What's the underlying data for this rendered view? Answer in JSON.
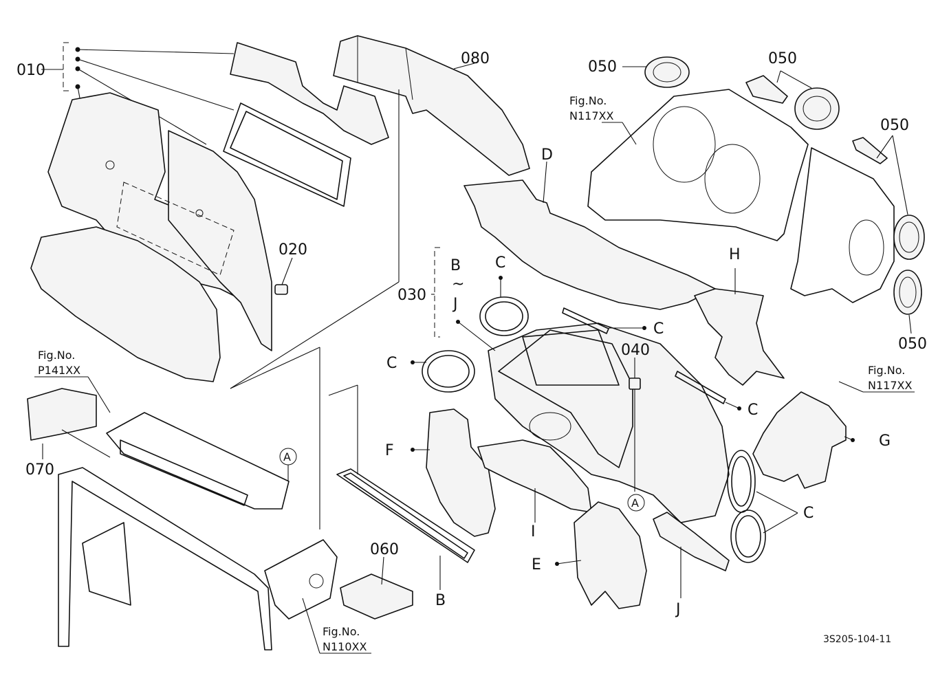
{
  "diagram": {
    "code": "3S205-104-11",
    "parts": [
      {
        "id": "010",
        "text": "010"
      },
      {
        "id": "020",
        "text": "020"
      },
      {
        "id": "030",
        "text": "030"
      },
      {
        "id": "040",
        "text": "040"
      },
      {
        "id": "050a",
        "text": "050"
      },
      {
        "id": "050b",
        "text": "050"
      },
      {
        "id": "050c",
        "text": "050"
      },
      {
        "id": "050d",
        "text": "050"
      },
      {
        "id": "060",
        "text": "060"
      },
      {
        "id": "070",
        "text": "070"
      },
      {
        "id": "080",
        "text": "080"
      }
    ],
    "letters": {
      "B_range_top": "B",
      "tilde": "~",
      "J_range": "J",
      "C1": "C",
      "C2": "C",
      "C3": "C",
      "C4": "C",
      "C5": "C",
      "D": "D",
      "E": "E",
      "F": "F",
      "G": "G",
      "H": "H",
      "I": "I",
      "J": "J",
      "B": "B",
      "A1": "A",
      "A2": "A"
    },
    "refs": [
      {
        "id": "ref1",
        "line1": "Fig.No.",
        "line2": "N117XX"
      },
      {
        "id": "ref2",
        "line1": "Fig.No.",
        "line2": "N117XX"
      },
      {
        "id": "ref3",
        "line1": "Fig.No.",
        "line2": "P141XX"
      },
      {
        "id": "ref4",
        "line1": "Fig.No.",
        "line2": "N110XX"
      }
    ]
  }
}
